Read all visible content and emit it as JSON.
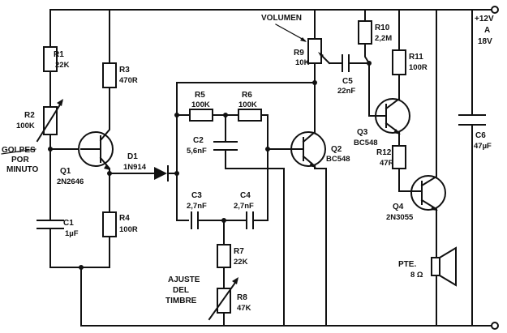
{
  "supply": {
    "line1": "+12V",
    "line2": "A",
    "line3": "18V"
  },
  "speed_label": {
    "line1": "GOLPES",
    "line2": "POR",
    "line3": "MINUTO"
  },
  "volume_label": "VOLUMEN",
  "timbre_label": {
    "line1": "AJUSTE",
    "line2": "DEL",
    "line3": "TIMBRE"
  },
  "components": {
    "r1": {
      "ref": "R1",
      "value": "22K"
    },
    "r2": {
      "ref": "R2",
      "value": "100K"
    },
    "r3": {
      "ref": "R3",
      "value": "470R"
    },
    "r4": {
      "ref": "R4",
      "value": "100R"
    },
    "r5": {
      "ref": "R5",
      "value": "100K"
    },
    "r6": {
      "ref": "R6",
      "value": "100K"
    },
    "r7": {
      "ref": "R7",
      "value": "22K"
    },
    "r8": {
      "ref": "R8",
      "value": "47K"
    },
    "r9": {
      "ref": "R9",
      "value": "10K"
    },
    "r10": {
      "ref": "R10",
      "value": "2,2M"
    },
    "r11": {
      "ref": "R11",
      "value": "100R"
    },
    "r12": {
      "ref": "R12",
      "value": "47R"
    },
    "c1": {
      "ref": "C1",
      "value": "1µF"
    },
    "c2": {
      "ref": "C2",
      "value": "5,6nF"
    },
    "c3": {
      "ref": "C3",
      "value": "2,7nF"
    },
    "c4": {
      "ref": "C4",
      "value": "2,7nF"
    },
    "c5": {
      "ref": "C5",
      "value": "22nF"
    },
    "c6": {
      "ref": "C6",
      "value": "47µF"
    },
    "d1": {
      "ref": "D1",
      "value": "1N914"
    },
    "q1": {
      "ref": "Q1",
      "value": "2N2646"
    },
    "q2": {
      "ref": "Q2",
      "value": "BC548"
    },
    "q3": {
      "ref": "Q3",
      "value": "BC548"
    },
    "q4": {
      "ref": "Q4",
      "value": "2N3055"
    },
    "speaker": {
      "ref": "PTE.",
      "value": "8 Ω"
    }
  }
}
